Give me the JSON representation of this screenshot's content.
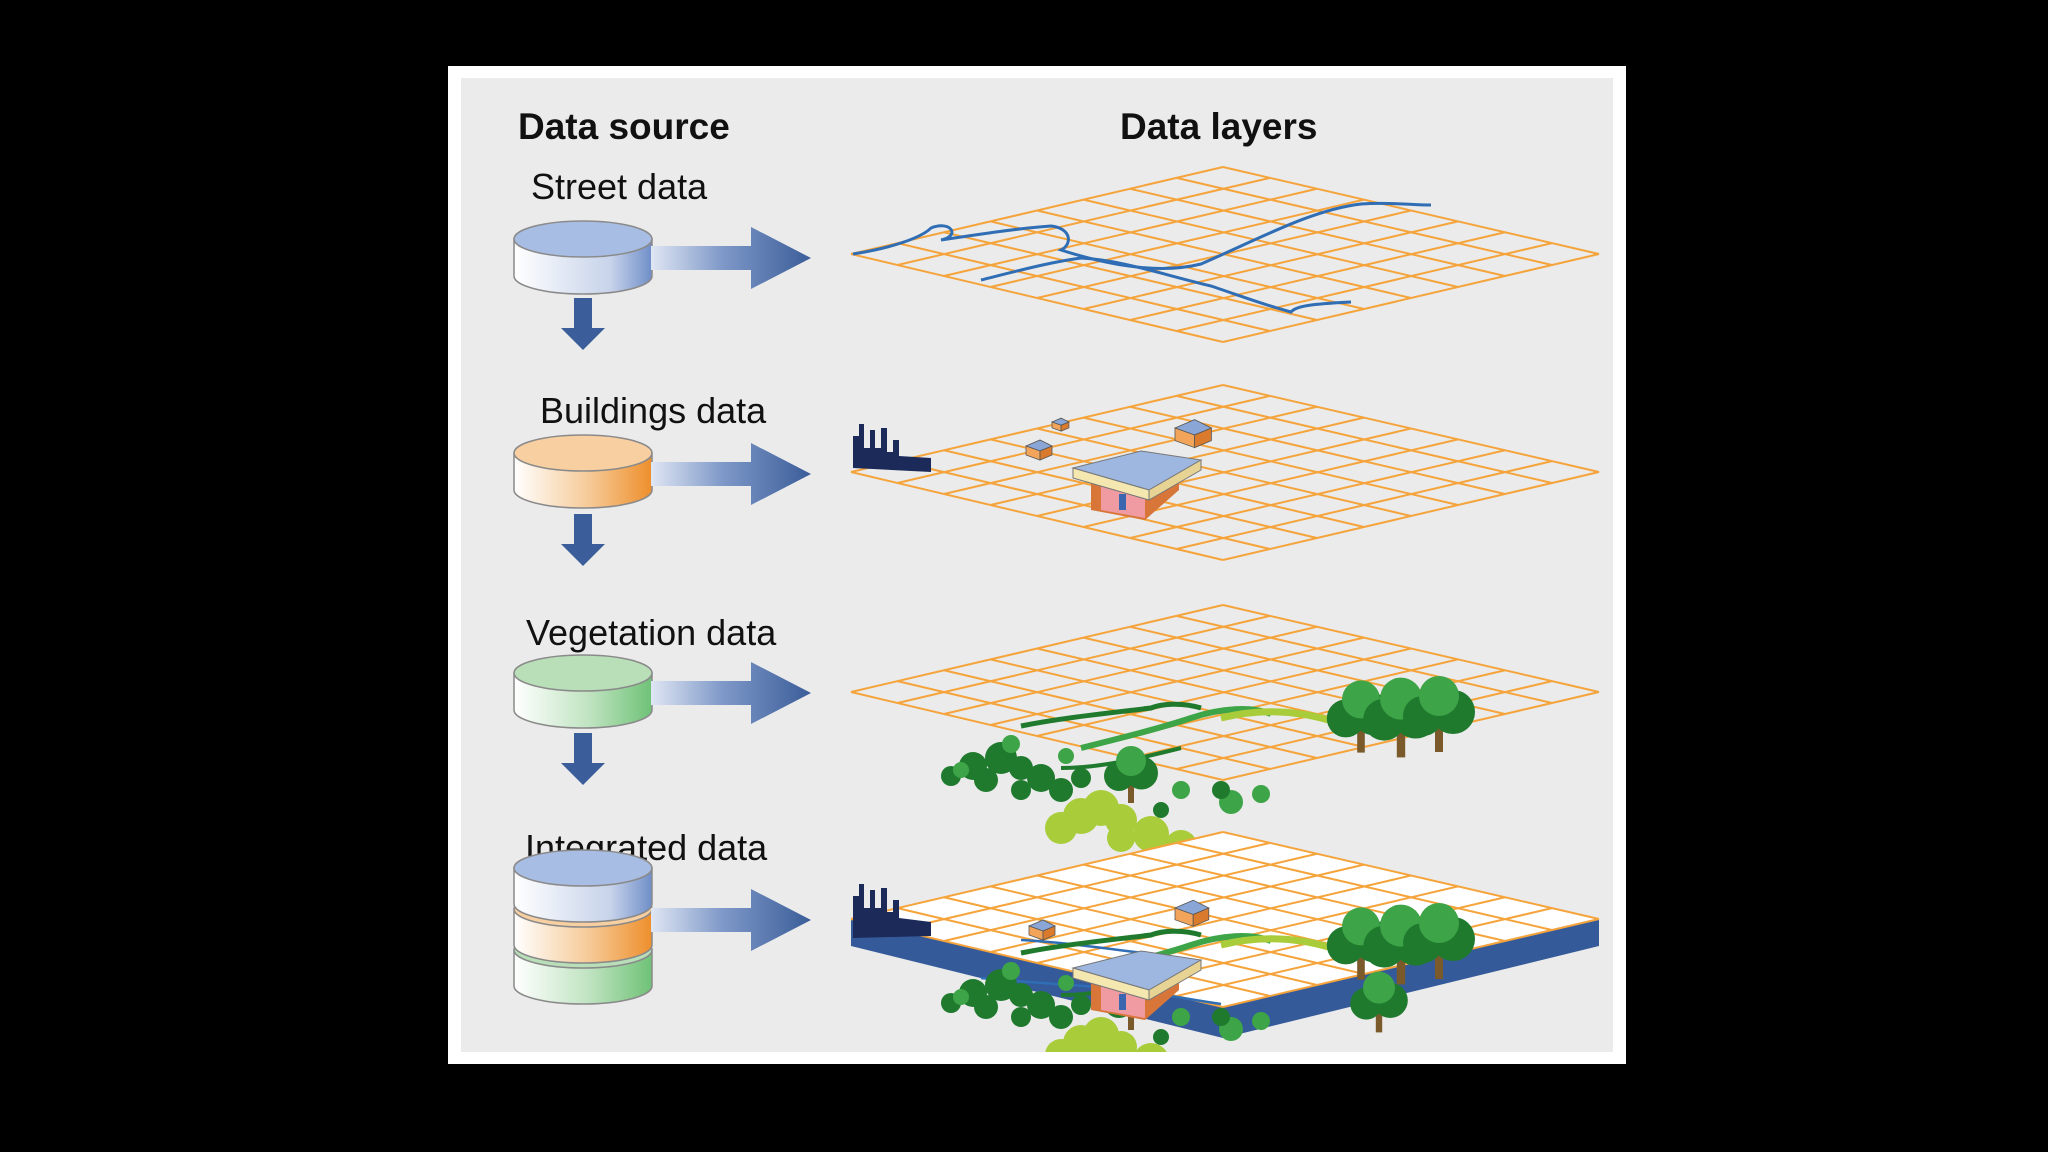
{
  "headers": {
    "source": "Data source",
    "layers": "Data layers"
  },
  "sources": [
    {
      "label": "Street data",
      "color": "#9bb4de",
      "layer": "street"
    },
    {
      "label": "Buildings data",
      "color": "#f0a35a",
      "layer": "buildings"
    },
    {
      "label": "Vegetation data",
      "color": "#9fd6a0",
      "layer": "vegetation"
    },
    {
      "label": "Integrated data",
      "color": "",
      "layer": "integrated"
    }
  ],
  "colors": {
    "arrow": "#3b5d99",
    "grid": "#f5a43c",
    "street_line": "#2f6db5",
    "slab": "#355a9a",
    "tree_dark": "#1f7a2e",
    "tree_mid": "#3da447",
    "tree_light": "#a9cc3a",
    "skyline": "#1c2a5a"
  }
}
